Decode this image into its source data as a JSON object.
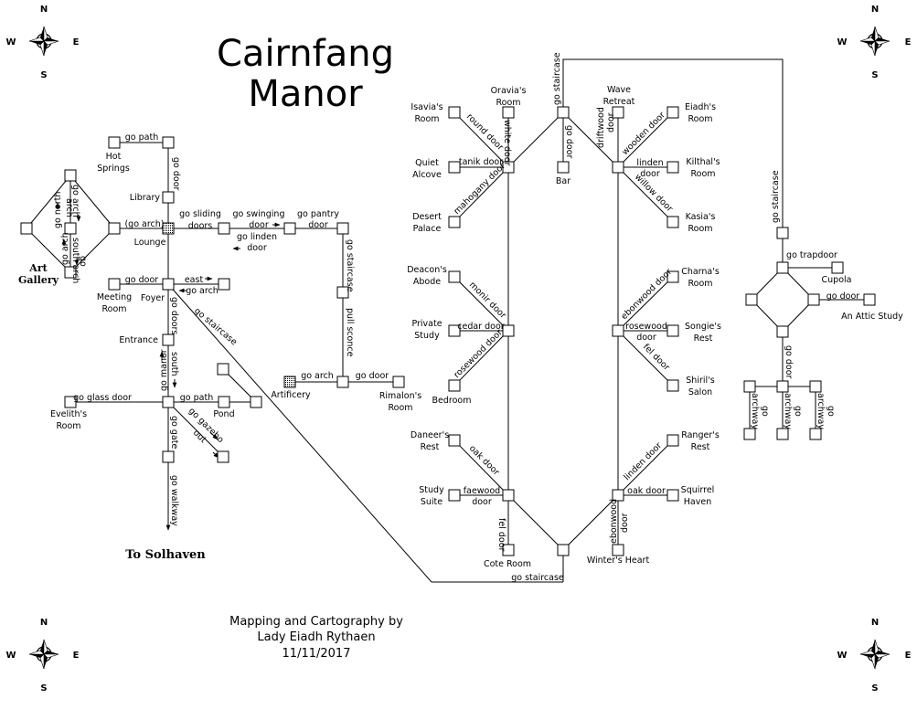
{
  "title": {
    "line1": "Cairnfang",
    "line2": "Manor"
  },
  "credits": {
    "line1": "Mapping and Cartography by",
    "line2": "Lady Eiadh Rythaen",
    "line3": "11/11/2017"
  },
  "compass": {
    "n": "N",
    "s": "S",
    "e": "E",
    "w": "W"
  },
  "destination": "To Solhaven",
  "rooms": {
    "hot_springs": [
      "Hot",
      "Springs"
    ],
    "library": "Library",
    "art_gallery": [
      "Art",
      "Gallery"
    ],
    "lounge": "Lounge",
    "meeting_room": [
      "Meeting",
      "Room"
    ],
    "foyer": "Foyer",
    "entrance": "Entrance",
    "evelith": [
      "Evelith's",
      "Room"
    ],
    "pond": "Pond",
    "artificery": "Artificery",
    "rimalon": [
      "Rimalon's",
      "Room"
    ],
    "isavia": [
      "Isavia's",
      "Room"
    ],
    "oravia": [
      "Oravia's",
      "Room"
    ],
    "quiet_alcove": [
      "Quiet",
      "Alcove"
    ],
    "desert_palace": [
      "Desert",
      "Palace"
    ],
    "deacon": [
      "Deacon's",
      "Abode"
    ],
    "private_study": [
      "Private",
      "Study"
    ],
    "bedroom": "Bedroom",
    "daneer": [
      "Daneer's",
      "Rest"
    ],
    "study_suite": [
      "Study",
      "Suite"
    ],
    "cote_room": "Cote Room",
    "bar": "Bar",
    "wave_retreat": [
      "Wave",
      "Retreat"
    ],
    "eiadh": [
      "Eiadh's",
      "Room"
    ],
    "kilthal": [
      "Kilthal's",
      "Room"
    ],
    "kasia": [
      "Kasia's",
      "Room"
    ],
    "charna": [
      "Charna's",
      "Room"
    ],
    "songie": [
      "Songie's",
      "Rest"
    ],
    "shiril": [
      "Shiril's",
      "Salon"
    ],
    "ranger": [
      "Ranger's",
      "Rest"
    ],
    "squirrel": [
      "Squirrel",
      "Haven"
    ],
    "winters_heart": "Winter's Heart",
    "cupola": "Cupola",
    "attic_study": "An Attic Study"
  },
  "paths": {
    "go_path_hot": "go path",
    "go_door_library": "go door",
    "go_north": "go north",
    "arch_a": "arch",
    "go_arch_a": "go arch",
    "go_arch_b": "go arch",
    "south_arch": "south arch",
    "go_c": "go",
    "go_arch_lounge": "(go arch)",
    "go_sliding_doors": [
      "go sliding",
      "doors"
    ],
    "go_swinging_door": [
      "go swinging",
      "door"
    ],
    "go_linden_door": [
      "go linden",
      "door"
    ],
    "go_pantry_door": [
      "go pantry",
      "door"
    ],
    "go_staircase_pantry": "go staircase",
    "pull_sconce": "pull sconce",
    "go_arch_artificery": "go arch",
    "go_door_rimalon": "go door",
    "go_door_meeting": "go door",
    "east": "east",
    "go_arch_foyer": "go arch",
    "go_doors_foyer": "go doors",
    "go_staircase_foyer": "go staircase",
    "south": "south",
    "go_manor": "go manor",
    "go_glass_door": "go glass door",
    "go_path_pond": "go path",
    "go_gate": "go gate",
    "go_gazebo": "go gazebo",
    "out": "out",
    "go_walkway": "go walkway",
    "round_door": "round door",
    "white_door": "white door",
    "tanik_door": "tanik door",
    "mahogany_door": "mahogany door",
    "monir_door": "monir door",
    "cedar_door": "cedar door",
    "rosewood_door_w": "rosewood door",
    "oak_door_w": "oak door",
    "faewood_door": [
      "faewood",
      "door"
    ],
    "fel_door_w": "fel door",
    "go_staircase_top": "go staircase",
    "go_door_bar": "go door",
    "driftwood_door": [
      "driftwood",
      "door"
    ],
    "wooden_door": "wooden door",
    "linden_door_e": [
      "linden",
      "door"
    ],
    "willow_door": "willow door",
    "ebonwood_door_e": "ebonwood door",
    "rosewood_door_e": [
      "rosewood",
      "door"
    ],
    "fel_door_e": "fel door",
    "linden_door_se": "linden door",
    "oak_door_e": "oak door",
    "ebonwood_door_s": [
      "ebonwood",
      "door"
    ],
    "go_staircase_bottom": "go staircase",
    "go_staircase_attic": "go staircase",
    "go_trapdoor": "go trapdoor",
    "go_door_attic": "go door",
    "go_door_down": "go door",
    "archway_1": "archway",
    "go_1": "go",
    "archway_2": "archway",
    "go_2": "go",
    "archway_3": "archway",
    "go_3": "go"
  }
}
